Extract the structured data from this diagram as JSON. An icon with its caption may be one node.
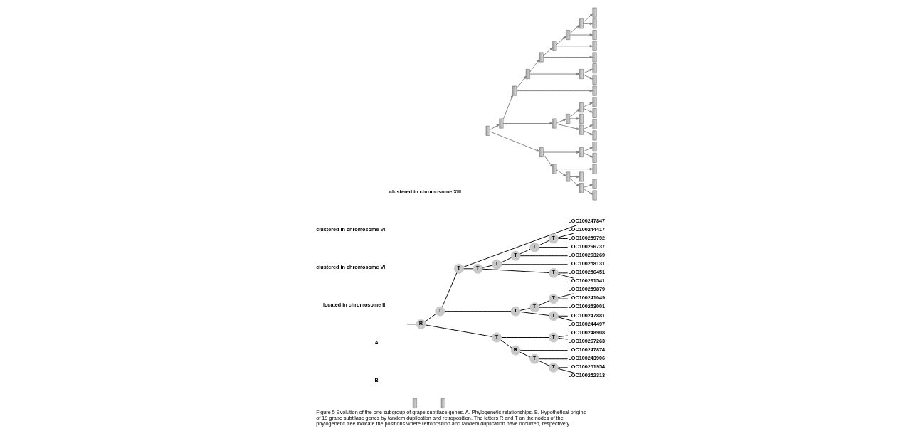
{
  "diagram": {
    "caption": "Figure 5 Evolution of the one subgroup of grape subtilase genes. A. Phylogenetic relationships. B. Hypothetical origins of 19 grape subtilase genes by tandem duplication and retroposition. The letters R and T on the nodes of the phylogenetic tree indicate the positions where retroposition and tandem duplication have occurred, respectively.",
    "nodes": [
      {
        "text": [
          "R"
        ]
      },
      {
        "text": [
          "T"
        ]
      },
      {
        "text": [
          "T"
        ]
      },
      {
        "text": [
          "LOC100247847"
        ]
      },
      {
        "text": [
          "T"
        ]
      },
      {
        "text": [
          "T"
        ]
      },
      {
        "text": [
          "T"
        ]
      },
      {
        "text": [
          "T"
        ]
      },
      {
        "text": [
          "T"
        ]
      },
      {
        "text": [
          "LOC100244417"
        ]
      },
      {
        "text": [
          "LOC100259792"
        ]
      },
      {
        "text": [
          "LOC100266737"
        ]
      },
      {
        "text": [
          "LOC100263269"
        ]
      },
      {
        "text": [
          "LOC100258131"
        ]
      },
      {
        "text": [
          "T"
        ]
      },
      {
        "text": [
          "LOC100256451"
        ]
      },
      {
        "text": [
          "LOC100261541"
        ]
      },
      {
        "text": [
          "T"
        ]
      },
      {
        "text": [
          "T"
        ]
      },
      {
        "text": [
          "T"
        ]
      },
      {
        "text": [
          "LOC100259879"
        ]
      },
      {
        "text": [
          "LOC100241049"
        ]
      },
      {
        "text": [
          "LOC100253001"
        ]
      },
      {
        "text": [
          "T"
        ]
      },
      {
        "text": [
          "LOC100247881"
        ]
      },
      {
        "text": [
          "LOC100244497"
        ]
      },
      {
        "text": [
          "T"
        ]
      },
      {
        "text": [
          "T"
        ]
      },
      {
        "text": [
          "LOC100248908"
        ]
      },
      {
        "text": [
          "LOC100267263"
        ]
      },
      {
        "text": [
          "R"
        ]
      },
      {
        "text": [
          "LOC100247874"
        ]
      },
      {
        "text": [
          "T"
        ]
      },
      {
        "text": [
          "LOC100243906"
        ]
      },
      {
        "text": [
          "T"
        ]
      },
      {
        "text": [
          "LOC100251954"
        ]
      },
      {
        "text": [
          "LOC100252313"
        ]
      },
      {
        "text": [],
        "shape": "box"
      },
      {
        "text": [],
        "shape": "box"
      },
      {
        "text": [],
        "shape": "box"
      },
      {
        "text": [],
        "shape": "box"
      },
      {
        "text": [],
        "shape": "box"
      },
      {
        "text": [],
        "shape": "box"
      },
      {
        "text": [],
        "shape": "box"
      },
      {
        "text": [],
        "shape": "box"
      },
      {
        "text": [],
        "shape": "box"
      },
      {
        "text": [],
        "shape": "box"
      },
      {
        "text": [],
        "shape": "box"
      },
      {
        "text": [],
        "shape": "box"
      },
      {
        "text": [],
        "shape": "box"
      },
      {
        "text": [],
        "shape": "box"
      },
      {
        "text": [],
        "shape": "box"
      },
      {
        "text": [],
        "shape": "box"
      },
      {
        "text": [],
        "shape": "box"
      },
      {
        "text": [],
        "shape": "box"
      },
      {
        "text": [],
        "shape": "box"
      },
      {
        "text": [],
        "shape": "box"
      },
      {
        "text": [],
        "shape": "box"
      },
      {
        "text": [],
        "shape": "box"
      },
      {
        "text": [],
        "shape": "box"
      },
      {
        "text": [],
        "shape": "box"
      },
      {
        "text": [],
        "shape": "box"
      },
      {
        "text": [],
        "shape": "box"
      },
      {
        "text": [],
        "shape": "box"
      },
      {
        "text": [],
        "shape": "box"
      },
      {
        "text": [],
        "shape": "box"
      },
      {
        "text": [],
        "shape": "box"
      },
      {
        "text": [],
        "shape": "box"
      },
      {
        "text": [],
        "shape": "box"
      },
      {
        "text": [],
        "shape": "box"
      },
      {
        "text": [],
        "shape": "box"
      },
      {
        "text": [],
        "shape": "box"
      },
      {
        "text": [],
        "shape": "box"
      },
      {
        "text": [],
        "shape": "box"
      },
      {
        "text": [],
        "shape": "box"
      },
      {
        "text": [],
        "shape": "box"
      }
    ],
    "edges": [
      {
        "from": null,
        "to": 0,
        "arrow": "none"
      },
      {
        "from": 0,
        "to": 1,
        "arrow": "none"
      },
      {
        "from": 0,
        "to": 26,
        "arrow": "none"
      },
      {
        "from": 1,
        "to": 2,
        "arrow": "none"
      },
      {
        "from": 1,
        "to": 17,
        "arrow": "none"
      },
      {
        "from": 2,
        "to": 3,
        "arrow": "none"
      },
      {
        "from": 2,
        "to": 4,
        "arrow": "none"
      },
      {
        "from": 4,
        "to": 5,
        "arrow": "none"
      },
      {
        "from": 4,
        "to": 14,
        "arrow": "none"
      },
      {
        "from": 5,
        "to": 6,
        "arrow": "none"
      },
      {
        "from": 5,
        "to": 13,
        "arrow": "none"
      },
      {
        "from": 6,
        "to": 7,
        "arrow": "none"
      },
      {
        "from": 6,
        "to": 12,
        "arrow": "none"
      },
      {
        "from": 7,
        "to": 8,
        "arrow": "none"
      },
      {
        "from": 7,
        "to": 11,
        "arrow": "none"
      },
      {
        "from": 8,
        "to": 9,
        "arrow": "none"
      },
      {
        "from": 8,
        "to": 10,
        "arrow": "none"
      },
      {
        "from": 14,
        "to": 15,
        "arrow": "none"
      },
      {
        "from": 14,
        "to": 16,
        "arrow": "none"
      },
      {
        "from": 17,
        "to": 18,
        "arrow": "none"
      },
      {
        "from": 17,
        "to": 23,
        "arrow": "none"
      },
      {
        "from": 18,
        "to": 19,
        "arrow": "none"
      },
      {
        "from": 18,
        "to": 22,
        "arrow": "none"
      },
      {
        "from": 19,
        "to": 20,
        "arrow": "none"
      },
      {
        "from": 19,
        "to": 21,
        "arrow": "none"
      },
      {
        "from": 23,
        "to": 24,
        "arrow": "none"
      },
      {
        "from": 23,
        "to": 25,
        "arrow": "none"
      },
      {
        "from": 26,
        "to": 27,
        "arrow": "none"
      },
      {
        "from": 26,
        "to": 30,
        "arrow": "none"
      },
      {
        "from": 27,
        "to": 28,
        "arrow": "none"
      },
      {
        "from": 27,
        "to": 29,
        "arrow": "none"
      },
      {
        "from": 30,
        "to": 31,
        "arrow": "none"
      },
      {
        "from": 30,
        "to": 32,
        "arrow": "none"
      },
      {
        "from": 32,
        "to": 33,
        "arrow": "none"
      },
      {
        "from": 32,
        "to": 34,
        "arrow": "none"
      },
      {
        "from": 34,
        "to": 35,
        "arrow": "none"
      },
      {
        "from": 34,
        "to": 36,
        "arrow": "none"
      },
      {
        "from": 37,
        "to": 38,
        "arrow": "to",
        "color": "#808080"
      },
      {
        "from": 37,
        "to": 39,
        "arrow": "to",
        "color": "#808080"
      },
      {
        "from": 38,
        "to": 40,
        "arrow": "to",
        "color": "#808080"
      },
      {
        "from": 38,
        "to": 41,
        "arrow": "to",
        "color": "#808080"
      },
      {
        "from": 40,
        "to": 52,
        "arrow": "to",
        "color": "#808080"
      },
      {
        "from": 40,
        "to": 42,
        "arrow": "to",
        "color": "#808080"
      },
      {
        "from": 42,
        "to": 43,
        "arrow": "to",
        "color": "#808080"
      },
      {
        "from": 42,
        "to": 47,
        "arrow": "to",
        "color": "#808080"
      },
      {
        "from": 43,
        "to": 44,
        "arrow": "to",
        "color": "#808080"
      },
      {
        "from": 43,
        "to": 57,
        "arrow": "to",
        "color": "#808080"
      },
      {
        "from": 44,
        "to": 45,
        "arrow": "to",
        "color": "#808080"
      },
      {
        "from": 44,
        "to": 56,
        "arrow": "to",
        "color": "#808080"
      },
      {
        "from": 45,
        "to": 46,
        "arrow": "to",
        "color": "#808080"
      },
      {
        "from": 45,
        "to": 55,
        "arrow": "to",
        "color": "#808080"
      },
      {
        "from": 46,
        "to": 53,
        "arrow": "to",
        "color": "#808080"
      },
      {
        "from": 46,
        "to": 54,
        "arrow": "to",
        "color": "#808080"
      },
      {
        "from": 47,
        "to": 58,
        "arrow": "to",
        "color": "#808080"
      },
      {
        "from": 47,
        "to": 59,
        "arrow": "to",
        "color": "#808080"
      },
      {
        "from": 41,
        "to": 48,
        "arrow": "to",
        "color": "#808080"
      },
      {
        "from": 41,
        "to": 51,
        "arrow": "to",
        "color": "#808080"
      },
      {
        "from": 48,
        "to": 49,
        "arrow": "to",
        "color": "#808080"
      },
      {
        "from": 48,
        "to": 50,
        "arrow": "to",
        "color": "#808080"
      },
      {
        "from": 49,
        "to": 60,
        "arrow": "to",
        "color": "#808080"
      },
      {
        "from": 49,
        "to": 61,
        "arrow": "to",
        "color": "#808080"
      },
      {
        "from": 51,
        "to": 63,
        "arrow": "to",
        "color": "#808080"
      },
      {
        "from": 51,
        "to": 64,
        "arrow": "to",
        "color": "#808080"
      },
      {
        "from": 39,
        "to": 65,
        "arrow": "to",
        "color": "#808080"
      },
      {
        "from": 39,
        "to": 66,
        "arrow": "to",
        "color": "#808080"
      },
      {
        "from": 65,
        "to": 67,
        "arrow": "to",
        "color": "#808080"
      },
      {
        "from": 65,
        "to": 68,
        "arrow": "to",
        "color": "#808080"
      },
      {
        "from": 66,
        "to": 69,
        "arrow": "to",
        "color": "#808080"
      },
      {
        "from": 66,
        "to": 70,
        "arrow": "to",
        "color": "#808080"
      },
      {
        "from": 70,
        "to": 71,
        "arrow": "to",
        "color": "#808080"
      },
      {
        "from": 70,
        "to": 72,
        "arrow": "to",
        "color": "#808080"
      },
      {
        "from": 72,
        "to": 74,
        "arrow": "to",
        "color": "#808080"
      },
      {
        "from": 72,
        "to": 75,
        "arrow": "to",
        "color": "#808080"
      }
    ],
    "labels": [
      "clustered in chromosome XIII",
      "clustered in chromosome VI",
      "located in chromosome II",
      "clustered in chromosome VI",
      "A",
      "B"
    ]
  }
}
